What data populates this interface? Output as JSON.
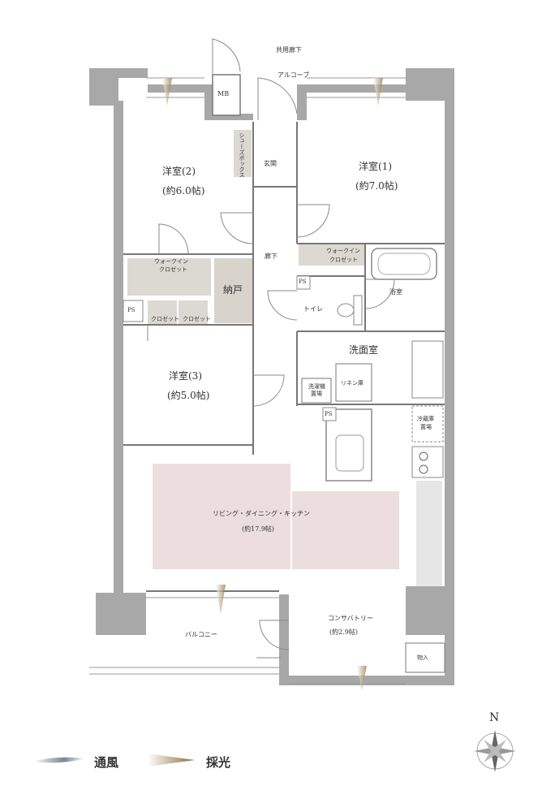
{
  "header": {
    "corridor": "共用廊下",
    "alcove": "アルコーブ"
  },
  "rooms": {
    "mb": "MB",
    "shoebox": "シューズボックス",
    "entrance": "玄関",
    "room2": {
      "name": "洋室(2)",
      "size": "(約6.0帖)"
    },
    "room1": {
      "name": "洋室(1)",
      "size": "(約7.0帖)"
    },
    "room3": {
      "name": "洋室(3)",
      "size": "(約5.0帖)"
    },
    "hall": "廊下",
    "walkin_left": [
      "ウォークイン",
      "クロゼット"
    ],
    "walkin_right": [
      "ウォークイン",
      "クロゼット"
    ],
    "storage": "納戸",
    "ps": "PS",
    "closet": "クロゼット",
    "toilet": "トイレ",
    "bath": "浴室",
    "washroom": "洗面室",
    "washer": [
      "洗濯機",
      "置場"
    ],
    "linen": "リネン庫",
    "fridge": [
      "冷蔵庫",
      "置場"
    ],
    "ldk": {
      "name": "リビング・ダイニング・キッチン",
      "size": "(約17.9帖)"
    },
    "conservatory": {
      "name": "コンサバトリー",
      "size": "(約2.9帖)"
    },
    "balcony": "バルコニー",
    "storeroom": "物入"
  },
  "legend": {
    "ventilation": "通風",
    "daylight": "採光"
  },
  "compass": {
    "north": "N"
  },
  "colors": {
    "wall": "#a8a8a8",
    "closet_fill": "#dcd9d2",
    "storage_fill": "#d8d4cc",
    "ldk_fill": "#ecdede",
    "light_accent": "#a08a5a"
  }
}
